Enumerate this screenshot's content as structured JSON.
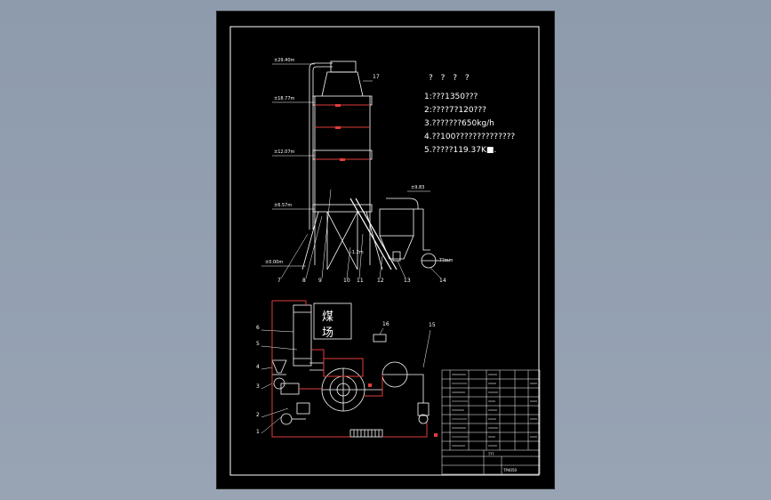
{
  "notes": {
    "title": "? ? ? ?",
    "items": [
      "1:???1350???",
      "2:????7?120???",
      "3.???????650kg/h",
      "4.??100??????????????",
      "5.?????119.37K■."
    ]
  },
  "elevations": {
    "top": "±29.40m",
    "upper": "±18.77m",
    "middle": "±12.07m",
    "lower": "±6.57m",
    "ground": "±0.00m",
    "cyclone": "±9.83",
    "small": "-1.2m",
    "outlet": "-7?mm"
  },
  "tower_part_numbers": [
    "7",
    "8",
    "9",
    "10",
    "11",
    "12",
    "13",
    "14"
  ],
  "part_17": "17",
  "plan_part_numbers": [
    "1",
    "2",
    "3",
    "4",
    "5",
    "6"
  ],
  "part_15": "15",
  "part_16": "16",
  "coal_yard": [
    "煤",
    "场"
  ],
  "title_block": {
    "name": "???",
    "code": "TP4050"
  },
  "colors": {
    "background": "#8e9bad",
    "sheet": "#000000",
    "line": "#ffffff",
    "accent": "#e23b3b"
  }
}
